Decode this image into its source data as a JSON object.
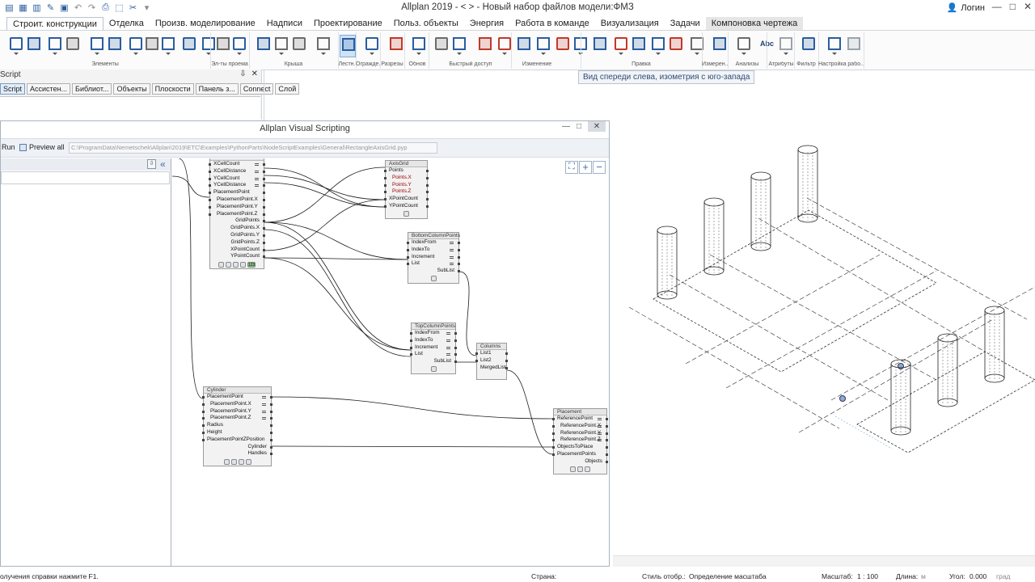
{
  "app": {
    "title": "Allplan 2019 - <      > - Новый набор файлов модели:ФМЗ",
    "login_label": "Логин",
    "window_controls": [
      "—",
      "□",
      "✕"
    ]
  },
  "ribbon_tabs": [
    {
      "label": "Строит. конструкции",
      "state": "active"
    },
    {
      "label": "Отделка",
      "state": ""
    },
    {
      "label": "Произв. моделирование",
      "state": ""
    },
    {
      "label": "Надписи",
      "state": ""
    },
    {
      "label": "Проектирование",
      "state": ""
    },
    {
      "label": "Польз. объекты",
      "state": ""
    },
    {
      "label": "Энергия",
      "state": ""
    },
    {
      "label": "Работа в команде",
      "state": ""
    },
    {
      "label": "Визуализация",
      "state": ""
    },
    {
      "label": "Задачи",
      "state": ""
    },
    {
      "label": "Компоновка чертежа",
      "state": "highlight"
    }
  ],
  "ribbon_groups": [
    "Элементы",
    "Эл-ты проема",
    "Крыша",
    "Лестн.",
    "Огражде...",
    "Разрезы",
    "Обнов",
    "Быстрый доступ",
    "Изменение",
    "Правка",
    "Измерен...",
    "Анализы",
    "Атрибуты",
    "Фильтр",
    "Настройка рабо..."
  ],
  "ribbon_icon_text": "Abc",
  "palette": {
    "title": "Script",
    "pin": "⇩",
    "close": "✕",
    "tabs": [
      "Script",
      "Ассистен...",
      "Библиот...",
      "Объекты",
      "Плоскости",
      "Панель з...",
      "Connect",
      "Слой"
    ]
  },
  "view_tooltip": "Вид спереди слева, изометрия с юго-запада",
  "vs": {
    "title": "Allplan Visual Scripting",
    "run_label": "Run",
    "preview_label": "Preview all",
    "path": "C:\\ProgramData\\Nemetschek\\Allplan\\2019\\ETC\\Examples\\PythonParts\\NodeScriptExamples\\General\\RectangleAxisGrid.pyp",
    "pin_label": "⇩",
    "collapse_label": "«",
    "zoom": [
      "⛶",
      "+",
      "−"
    ],
    "nodes": {
      "grid": {
        "title": "Grid",
        "inputs": [
          "XCellCount",
          "XCellDistance",
          "YCellCount",
          "YCellDistance",
          "PlacementPoint",
          "PlacementPoint.X",
          "PlacementPoint.Y",
          "PlacementPoint.Z"
        ],
        "outputs": [
          "GridPoints",
          "GridPoints.X",
          "GridPoints.Y",
          "GridPoints.Z",
          "XPointCount",
          "YPointCount"
        ],
        "footer_badge": "123"
      },
      "axisgrid": {
        "title": "AxisGrid",
        "inputs": [
          "Points",
          "Points.X",
          "Points.Y",
          "Points.Z",
          "XPointCount",
          "YPointCount"
        ]
      },
      "bottomcolumnpoints": {
        "title": "BottomColumnPoints",
        "inputs": [
          "IndexFrom",
          "IndexTo",
          "Increment",
          "List"
        ],
        "outputs": [
          "SubList"
        ]
      },
      "topcolumnpoints": {
        "title": "TopColumnPoints",
        "inputs": [
          "IndexFrom",
          "IndexTo",
          "Increment",
          "List"
        ],
        "outputs": [
          "SubList"
        ]
      },
      "columns": {
        "title": "Columns",
        "inputs": [
          "List1",
          "List2"
        ],
        "outputs": [
          "MergedList"
        ]
      },
      "cylinder": {
        "title": "Cylinder",
        "inputs": [
          "PlacementPoint",
          "PlacementPoint.X",
          "PlacementPoint.Y",
          "PlacementPoint.Z",
          "Radius",
          "Height",
          "PlacementPointZPosition"
        ],
        "outputs": [
          "Cylinder",
          "Handles"
        ]
      },
      "placement": {
        "title": "Placement",
        "inputs": [
          "ReferencePoint",
          "ReferencePoint.X",
          "ReferencePoint.Y",
          "ReferencePoint.Z",
          "ObjectsToPlace",
          "PlacementPoints"
        ],
        "outputs": [
          "Objects"
        ]
      }
    }
  },
  "status": {
    "help": "олучения справки нажмите F1.",
    "country_label": "Страна:",
    "style_label": "Стиль отобр.:",
    "style_value": "Определение масштаба",
    "scale_label": "Масштаб:",
    "scale_value": "1 : 100",
    "length_label": "Длина:",
    "length_unit": "м",
    "angle_label": "Угол:",
    "angle_value": "0.000",
    "angle_unit": "град"
  }
}
